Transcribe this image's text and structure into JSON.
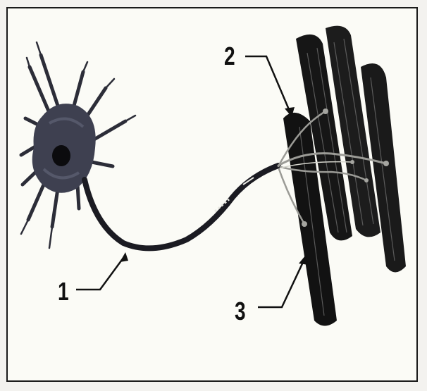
{
  "labels": {
    "one": "1",
    "two": "2",
    "three": "3"
  },
  "colors": {
    "ink": "#111111",
    "cell_body": "#3e4050",
    "muscle": "#1a1a1a",
    "background": "#fbfbf6"
  }
}
